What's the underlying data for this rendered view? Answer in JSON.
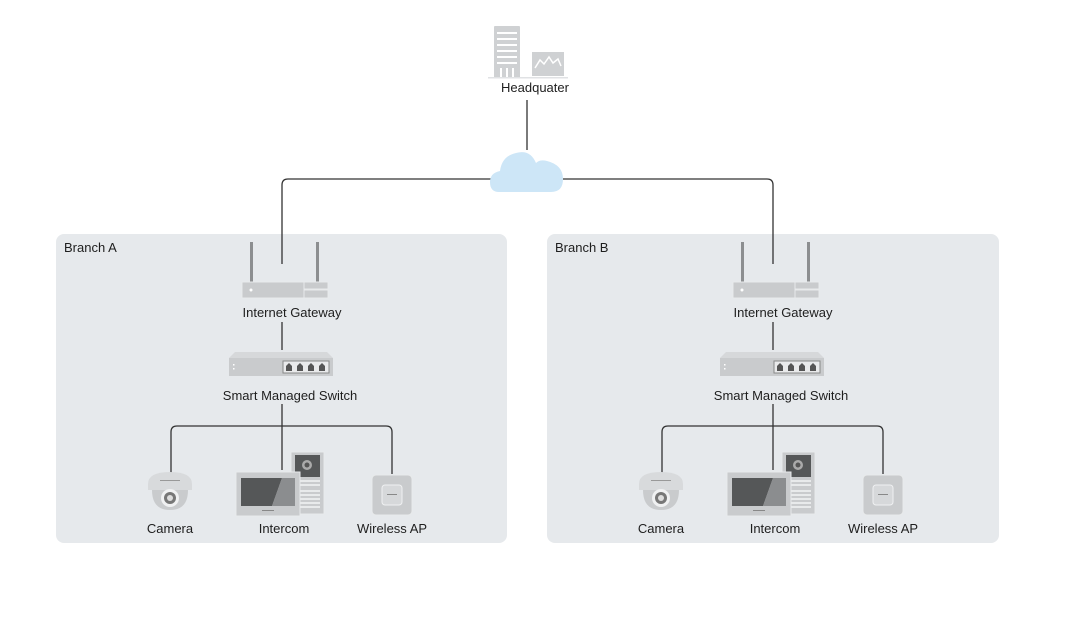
{
  "headquarter": {
    "label": "Headquater",
    "icon": "building-icon"
  },
  "internet": {
    "icon": "cloud-icon"
  },
  "colors": {
    "panel_bg": "#e6e9ec",
    "device_gray": "#c9cbcd",
    "device_dark": "#555758",
    "cloud": "#cde6f7",
    "line": "#333333"
  },
  "branches": [
    {
      "title": "Branch A",
      "gateway": "Internet Gateway",
      "switch": "Smart Managed Switch",
      "devices": [
        {
          "label": "Camera",
          "icon": "camera-icon"
        },
        {
          "label": "Intercom",
          "icon": "intercom-icon"
        },
        {
          "label": "Wireless AP",
          "icon": "wireless-ap-icon"
        }
      ]
    },
    {
      "title": "Branch B",
      "gateway": "Internet Gateway",
      "switch": "Smart Managed Switch",
      "devices": [
        {
          "label": "Camera",
          "icon": "camera-icon"
        },
        {
          "label": "Intercom",
          "icon": "intercom-icon"
        },
        {
          "label": "Wireless AP",
          "icon": "wireless-ap-icon"
        }
      ]
    }
  ]
}
